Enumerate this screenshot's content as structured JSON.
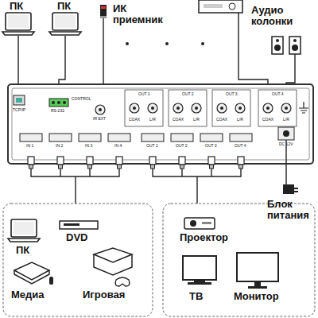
{
  "diagram": {
    "labels": [
      "ПК",
      "ПК",
      "ИК приемник",
      "Аудио колонки",
      "TCP/IP",
      "CONTROL",
      "RS-232",
      "IR EXT",
      "OUT 1",
      "COAX",
      "L/R",
      "OUT 2",
      "COAX",
      "L/R",
      "OUT 3",
      "COAX",
      "L/R",
      "OUT 4",
      "COAX",
      "L/R",
      "IN 1",
      "IN 2",
      "IN 3",
      "IN 4",
      "OUT 1",
      "OUT 2",
      "OUT 3",
      "OUT 4",
      "DC 12V",
      "Блок питания",
      "ПК",
      "DVD",
      "Медиа",
      "Игровая",
      "Проектор",
      "ТВ",
      "Монитор"
    ]
  }
}
